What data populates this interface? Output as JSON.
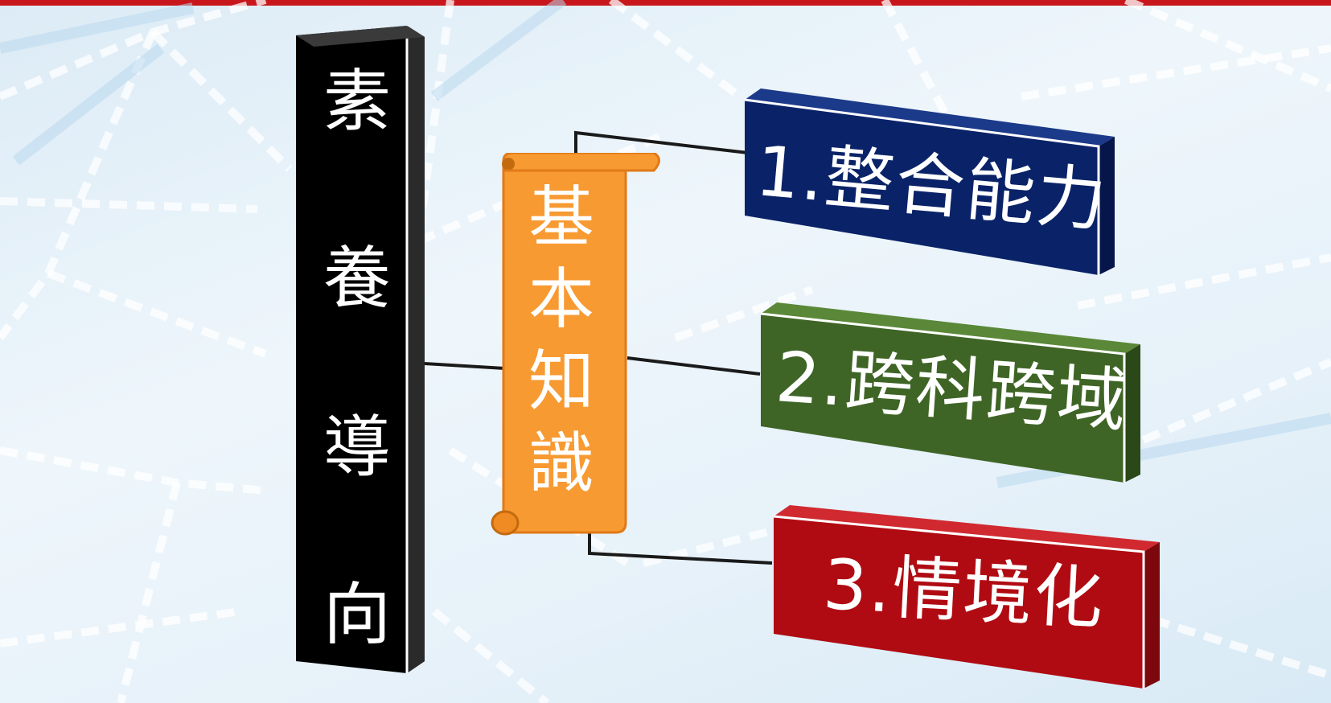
{
  "pillar": {
    "chars": [
      "素",
      "養",
      "導",
      "向"
    ]
  },
  "scroll": {
    "chars": [
      "基",
      "本",
      "知",
      "識"
    ]
  },
  "boxes": [
    {
      "label": "1.整合能力",
      "color": "#0a2368",
      "side": "#06164a"
    },
    {
      "label": "2.跨科跨域",
      "color": "#3f6526",
      "side": "#2b4818"
    },
    {
      "label": "3.情境化",
      "color": "#b00b12",
      "side": "#7c070c"
    }
  ],
  "colors": {
    "top_bar": "#c8171c",
    "pillar": "#000000",
    "scroll": "#f79a32",
    "scroll_edge": "#e07a18"
  }
}
